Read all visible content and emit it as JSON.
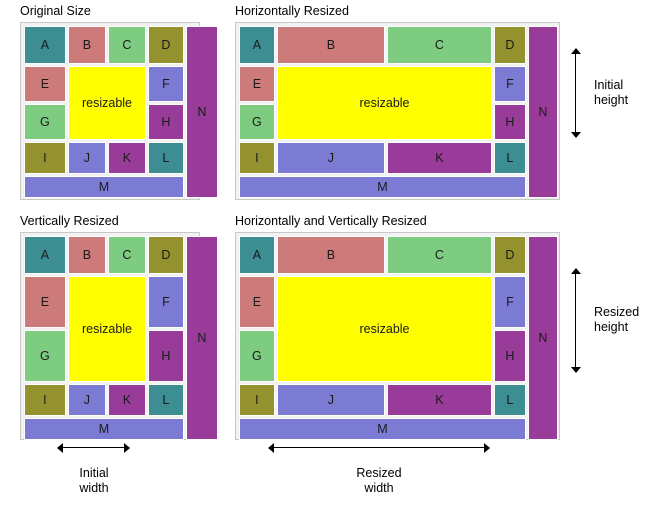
{
  "figure": {
    "title": "Resizable layout behaviour diagram",
    "background": "#ffffff",
    "resizable_label": "resizable"
  },
  "colors": {
    "teal": "#3d8e92",
    "rose": "#cc7a7a",
    "green": "#7ecb82",
    "olive": "#93922e",
    "periwinkle": "#7b7bd4",
    "magenta": "#993b99",
    "yellow": "#ffff00",
    "frame_fill": "#f2f2f2",
    "frame_border": "#c8c8c8",
    "cell_border": "#ffffff",
    "text": "#000000"
  },
  "panels": [
    {
      "id": "original",
      "title": "Original Size",
      "width_state": "initial",
      "height_state": "initial"
    },
    {
      "id": "horizontal",
      "title": "Horizontally Resized",
      "width_state": "resized",
      "height_state": "initial"
    },
    {
      "id": "vertical",
      "title": "Vertically Resized",
      "width_state": "initial",
      "height_state": "resized"
    },
    {
      "id": "both",
      "title": "Horizontally and Vertically Resized",
      "width_state": "resized",
      "height_state": "resized"
    }
  ],
  "cells": {
    "a": "A",
    "b": "B",
    "c": "C",
    "d": "D",
    "e": "E",
    "f": "F",
    "g": "G",
    "h": "H",
    "i": "I",
    "j": "J",
    "k": "K",
    "l": "L",
    "m": "M",
    "n": "N"
  },
  "annotations": {
    "initial_height": "Initial\nheight",
    "resized_height": "Resized\nheight",
    "initial_width": "Initial\nwidth",
    "resized_width": "Resized\nwidth"
  }
}
